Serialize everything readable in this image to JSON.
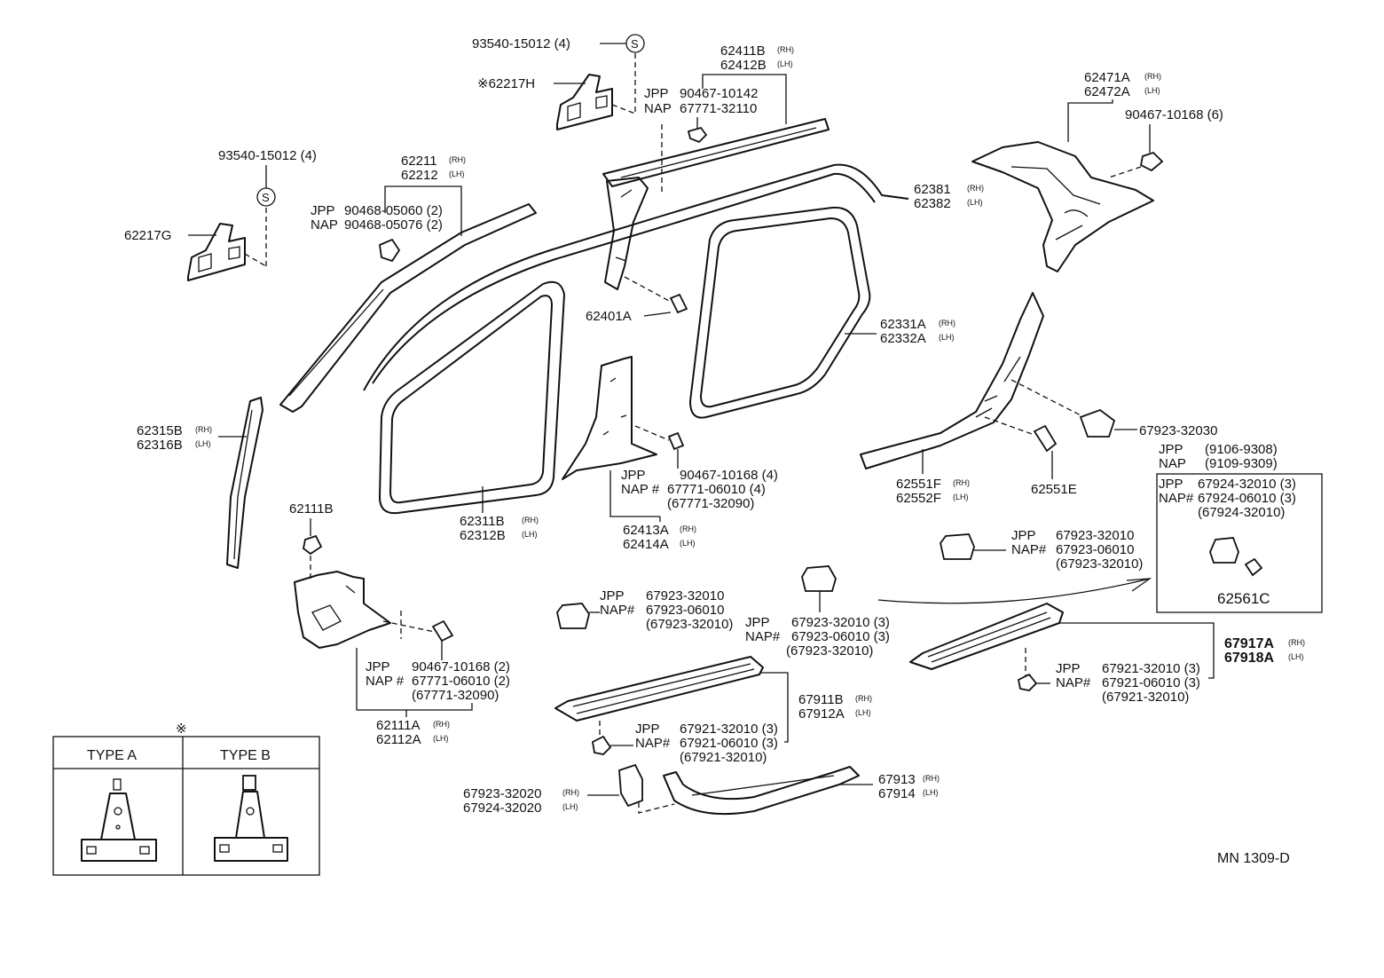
{
  "labels": {
    "l93540_top": "93540-15012 (4)",
    "l62217H": "※62217H",
    "l62411B": "62411B",
    "l62412B": "62412B",
    "jpp1_code": "JPP",
    "jpp1_part": "90467-10142",
    "nap1_code": "NAP",
    "nap1_part": "67771-32110",
    "l62471A": "62471A",
    "l62472A": "62472A",
    "l90467_6": "90467-10168 (6)",
    "l93540_left": "93540-15012 (4)",
    "l62211": "62211",
    "l62212": "62212",
    "jpp2_code": "JPP",
    "jpp2_part": "90468-05060 (2)",
    "nap2_code": "NAP",
    "nap2_part": "90468-05076 (2)",
    "l62217G": "62217G",
    "l62381": "62381",
    "l62382": "62382",
    "l62401A": "62401A",
    "l62331A": "62331A",
    "l62332A": "62332A",
    "l62315B": "62315B",
    "l62316B": "62316B",
    "l90467_4": "90467-10168 (4)",
    "nap4_code": "NAP #",
    "nap4_part": "67771-06010 (4)",
    "alt4_part": "(67771-32090)",
    "jpp4_code": "JPP",
    "l62413A": "62413A",
    "l62414A": "62414A",
    "l62311B": "62311B",
    "l62312B": "62312B",
    "l62111B": "62111B",
    "l67923_32030": "67923-32030",
    "l62551F": "62551F",
    "l62552F": "62552F",
    "l62551E": "62551E",
    "jppnap_range_jpp": "JPP",
    "jppnap_range_jpp_val": "(9106-9308)",
    "jppnap_range_nap": "NAP",
    "jppnap_range_nap_val": "(9109-9309)",
    "box_jpp": "JPP",
    "box_jpp_part": "67924-32010 (3)",
    "box_nap": "NAP#",
    "box_nap_part": "67924-06010 (3)",
    "box_alt_part": "(67924-32010)",
    "l62561C": "62561C",
    "rclip_jpp": "JPP",
    "rclip_jpp_part": "67923-32010",
    "rclip_nap": "NAP#",
    "rclip_nap_part": "67923-06010",
    "rclip_alt": "(67923-32010)",
    "lclip_jpp": "JPP",
    "lclip_jpp_part": "67923-32010",
    "lclip_nap": "NAP#",
    "lclip_nap_part": "67923-06010",
    "lclip_alt": "(67923-32010)",
    "mclip_jpp": "JPP",
    "mclip_jpp_part": "67923-32010 (3)",
    "mclip_nap": "NAP#",
    "mclip_nap_part": "67923-06010 (3)",
    "mclip_alt": "(67923-32010)",
    "jpp5_code": "JPP",
    "jpp5_part": "90467-10168 (2)",
    "nap5_code": "NAP #",
    "nap5_part": "67771-06010 (2)",
    "alt5_part": "(67771-32090)",
    "l62111A": "62111A",
    "l62112A": "62112A",
    "l67917A": "67917A",
    "l67918A": "67918A",
    "rstep_jpp": "JPP",
    "rstep_jpp_part": "67921-32010 (3)",
    "rstep_nap": "NAP#",
    "rstep_nap_part": "67921-06010 (3)",
    "rstep_alt": "(67921-32010)",
    "l67911B": "67911B",
    "l67912A": "67912A",
    "fstep_jpp": "JPP",
    "fstep_jpp_part": "67921-32010 (3)",
    "fstep_nap": "NAP#",
    "fstep_nap_part": "67921-06010 (3)",
    "fstep_alt": "(67921-32010)",
    "l67923_32020": "67923-32020",
    "l67924_32020": "67924-32020",
    "l67913": "67913",
    "l67914": "67914",
    "rh": "(RH)",
    "lh": "(LH)",
    "type_a": "TYPE  A",
    "type_b": "TYPE  B",
    "note_mark": "※",
    "s_mark": "S",
    "diagram_id": "MN 1309-D"
  }
}
